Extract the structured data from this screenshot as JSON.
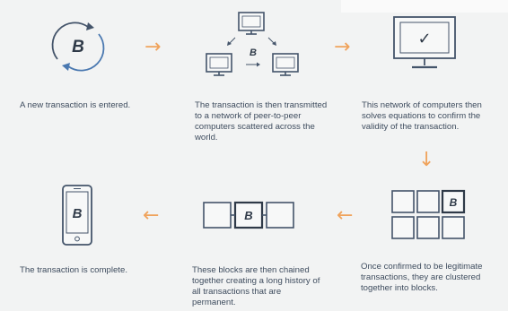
{
  "colors": {
    "background": "#f2f3f3",
    "line": "#44546a",
    "arrow": "#f0a35c",
    "rotate_arrow": "#4a78b0",
    "text": "#3e4c5e"
  },
  "steps": [
    {
      "text": "A new transaction is entered."
    },
    {
      "text": "The transaction is then transmitted to a network of peer-to-peer computers scattered across the world."
    },
    {
      "text": "This network of computers then solves equations to confirm the validity of the transaction."
    },
    {
      "text": "Once confirmed to be legitimate transactions, they are clustered together into blocks."
    },
    {
      "text": "These blocks are then chained together creating a long history of all transactions that are permanent."
    },
    {
      "text": "The transaction is complete."
    }
  ],
  "icons": {
    "bitcoin_symbol": "B",
    "checkmark": "✓",
    "flow_arrow_right": "→",
    "flow_arrow_down": "↓",
    "flow_arrow_left": "←"
  }
}
